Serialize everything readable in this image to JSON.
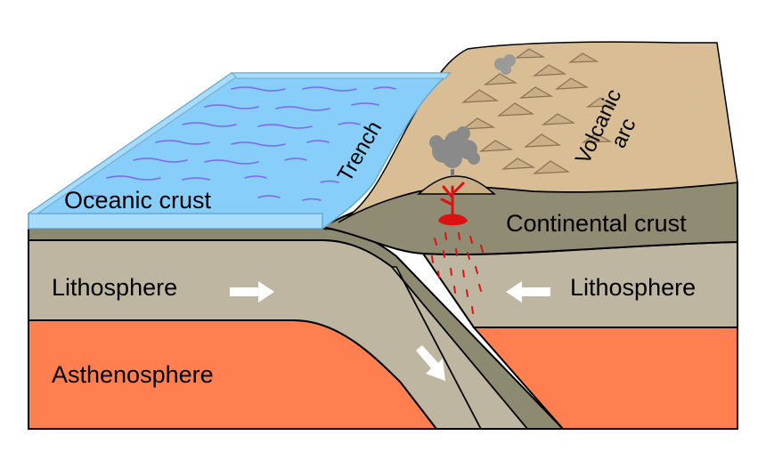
{
  "diagram": {
    "labels": {
      "oceanic_crust": "Oceanic crust",
      "trench": "Trench",
      "volcanic_arc_line1": "Volcanic",
      "volcanic_arc_line2": "arc",
      "continental_crust": "Continental crust",
      "lithosphere_left": "Lithosphere",
      "lithosphere_right": "Lithosphere",
      "asthenosphere": "Asthenosphere"
    },
    "colors": {
      "water": "#87CEFA",
      "water_top": "#A9DCFB",
      "water_waves": "#7B68EE",
      "lithosphere": "#BEB6A0",
      "crust_dark": "#8C8B71",
      "continental_crust": "#908C74",
      "land": "#D9BD94",
      "asthenosphere": "#FF7F50",
      "magma": "#DD1111",
      "plume": "#808080",
      "arrow": "#FFFFFF",
      "outline": "#000000"
    },
    "motion_arrows": [
      "lithosphere-left-arrow",
      "lithosphere-right-arrow",
      "subduction-arrow"
    ]
  }
}
